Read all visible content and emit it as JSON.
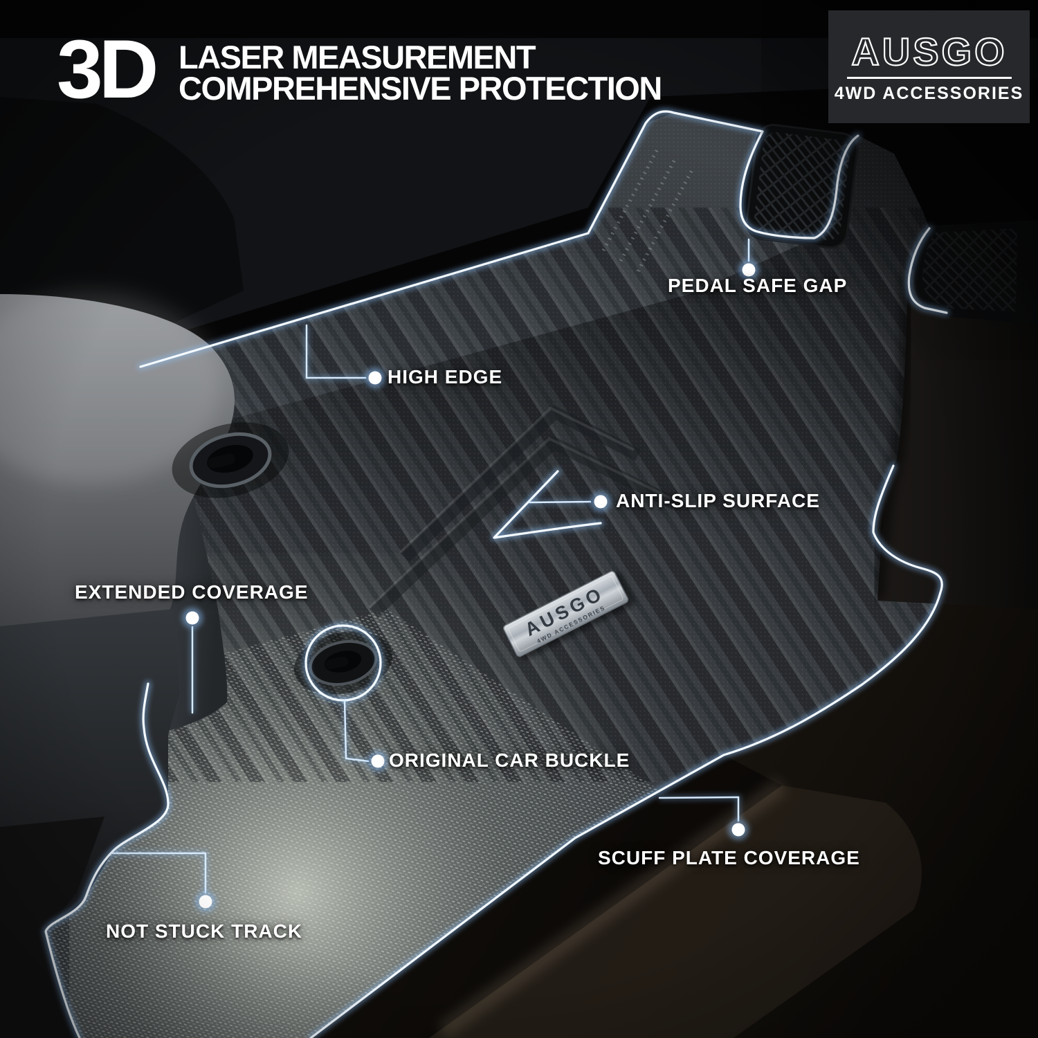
{
  "header": {
    "badge3d": "3D",
    "line1": "LASER MEASUREMENT",
    "line2": "COMPREHENSIVE PROTECTION"
  },
  "brand": {
    "name": "AUSGO",
    "tagline": "4WD ACCESSORIES"
  },
  "plate": {
    "line1": "AUSGO",
    "line2": "4WD ACCESSORIES"
  },
  "callouts": [
    {
      "id": "pedal-safe-gap",
      "label": "PEDAL SAFE GAP"
    },
    {
      "id": "high-edge",
      "label": "HIGH EDGE"
    },
    {
      "id": "anti-slip-surface",
      "label": "ANTI-SLIP SURFACE"
    },
    {
      "id": "extended-coverage",
      "label": "EXTENDED COVERAGE"
    },
    {
      "id": "original-car-buckle",
      "label": "ORIGINAL CAR BUCKLE"
    },
    {
      "id": "not-stuck-track",
      "label": "NOT STUCK TRACK"
    },
    {
      "id": "scuff-plate-coverage",
      "label": "SCUFF PLATE COVERAGE"
    }
  ],
  "colors": {
    "glow_core": "#f4faff",
    "glow_halo": "#8fc4ff",
    "leader_line": "#d7ebff",
    "label_text": "#ffffff",
    "logo_panel": "#26282b",
    "mat_base": "#383c40"
  }
}
